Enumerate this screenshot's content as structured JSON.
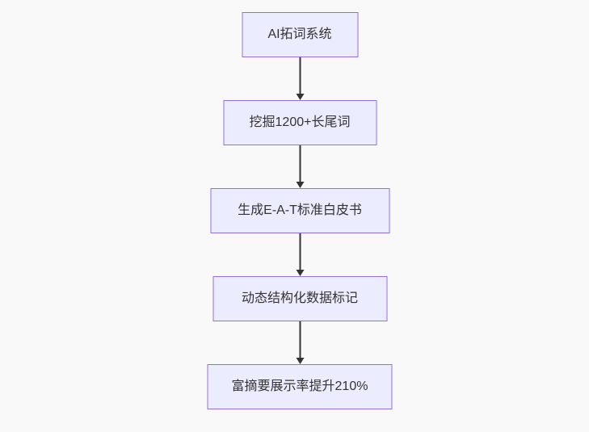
{
  "diagram": {
    "type": "flowchart",
    "direction": "top-down",
    "colors": {
      "background": "#f9f9f9",
      "node_fill": "#ececff",
      "node_border": "#9370db",
      "text": "#333333",
      "arrow": "#333333"
    },
    "nodes": [
      {
        "id": "n1",
        "label": "AI拓词系统"
      },
      {
        "id": "n2",
        "label": "挖掘1200+长尾词"
      },
      {
        "id": "n3",
        "label": "生成E-A-T标准白皮书"
      },
      {
        "id": "n4",
        "label": "动态结构化数据标记"
      },
      {
        "id": "n5",
        "label": "富摘要展示率提升210%"
      }
    ],
    "edges": [
      {
        "from": "n1",
        "to": "n2"
      },
      {
        "from": "n2",
        "to": "n3"
      },
      {
        "from": "n3",
        "to": "n4"
      },
      {
        "from": "n4",
        "to": "n5"
      }
    ]
  }
}
